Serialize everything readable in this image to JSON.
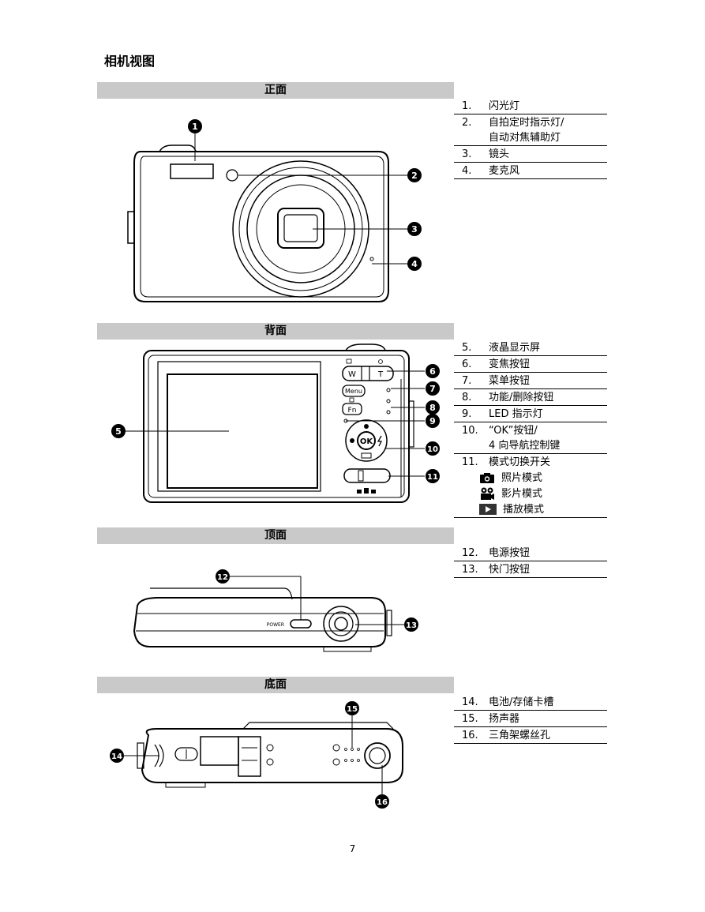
{
  "page_title": "相机视图",
  "sections": {
    "front": {
      "label": "正面",
      "items": [
        {
          "num": "1.",
          "text": "闪光灯"
        },
        {
          "num": "2.",
          "text": "自拍定时指示灯/",
          "text2": "自动对焦辅助灯"
        },
        {
          "num": "3.",
          "text": "镜头"
        },
        {
          "num": "4.",
          "text": "麦克风"
        }
      ]
    },
    "back": {
      "label": "背面",
      "items": [
        {
          "num": "5.",
          "text": "液晶显示屏"
        },
        {
          "num": "6.",
          "text": "变焦按钮"
        },
        {
          "num": "7.",
          "text": "菜单按钮"
        },
        {
          "num": "8.",
          "text": "功能/删除按钮"
        },
        {
          "num": "9.",
          "text": "LED  指示灯"
        },
        {
          "num": "10.",
          "text": "“OK”按钮/",
          "text2": "4  向导航控制键"
        },
        {
          "num": "11.",
          "text": "模式切换开关"
        }
      ],
      "modes": [
        {
          "icon": "camera-icon",
          "text": "照片模式"
        },
        {
          "icon": "video-camera-icon",
          "text": "影片模式"
        },
        {
          "icon": "play-icon",
          "text": "播放模式"
        }
      ]
    },
    "top": {
      "label": "顶面",
      "items": [
        {
          "num": "12.",
          "text": "电源按钮"
        },
        {
          "num": "13.",
          "text": "快门按钮"
        }
      ]
    },
    "bottom": {
      "label": "底面",
      "items": [
        {
          "num": "14.",
          "text": "电池/存储卡槽"
        },
        {
          "num": "15.",
          "text": "扬声器"
        },
        {
          "num": "16.",
          "text": "三角架螺丝孔"
        }
      ]
    }
  },
  "callouts": {
    "c1": "1",
    "c2": "2",
    "c3": "3",
    "c4": "4",
    "c5": "5",
    "c6": "6",
    "c7": "7",
    "c8": "8",
    "c9": "9",
    "c10": "10",
    "c11": "11",
    "c12": "12",
    "c13": "13",
    "c14": "14",
    "c15": "15",
    "c16": "16"
  },
  "camera_labels": {
    "zoom_w": "W",
    "zoom_t": "T",
    "menu": "Menu",
    "fn": "Fn",
    "ok": "OK",
    "power": "POWER"
  },
  "page_number": "7"
}
